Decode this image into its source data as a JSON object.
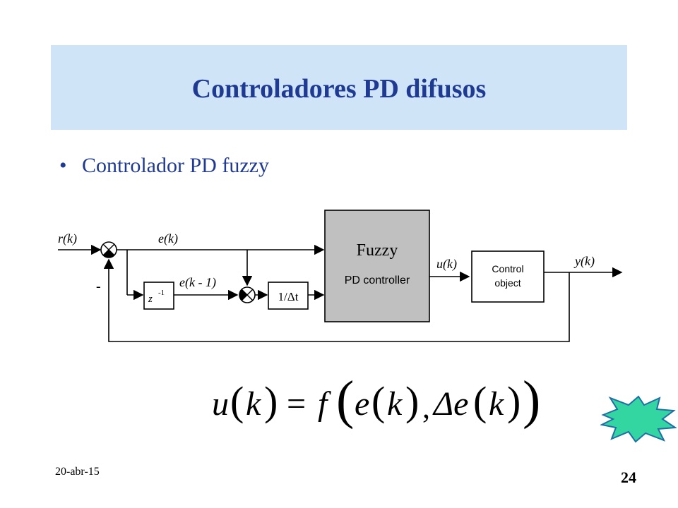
{
  "slide": {
    "title": "Controladores PD difusos",
    "bullet": "Controlador PD fuzzy",
    "bullet_glyph": "•",
    "date": "20-abr-15",
    "page_number": "24"
  },
  "diagram": {
    "signal_r": "r(k)",
    "signal_e": "e(k)",
    "signal_e_prev": "e(k - 1)",
    "signal_u": "u(k)",
    "signal_y": "y(k)",
    "minus_sign": "-",
    "delay_block": "z",
    "delay_exponent": "-1",
    "derivative_block": "1/Δt",
    "fuzzy_label": "Fuzzy",
    "pd_label": "PD controller",
    "plant_line1": "Control",
    "plant_line2": "object"
  },
  "formula": {
    "lhs_u": "u",
    "lhs_k": "k",
    "equals": "=",
    "f": "f",
    "e": "e",
    "k": "k",
    "comma": ",",
    "delta_e": "Δe"
  },
  "colors": {
    "title_band": "#cfe4f7",
    "title_text": "#1f3a93",
    "fuzzy_block": "#c0c0c0",
    "star_fill": "#33d6a0"
  },
  "icons": {
    "star": "starburst-icon",
    "summing_junction": "summing-junction-icon"
  }
}
